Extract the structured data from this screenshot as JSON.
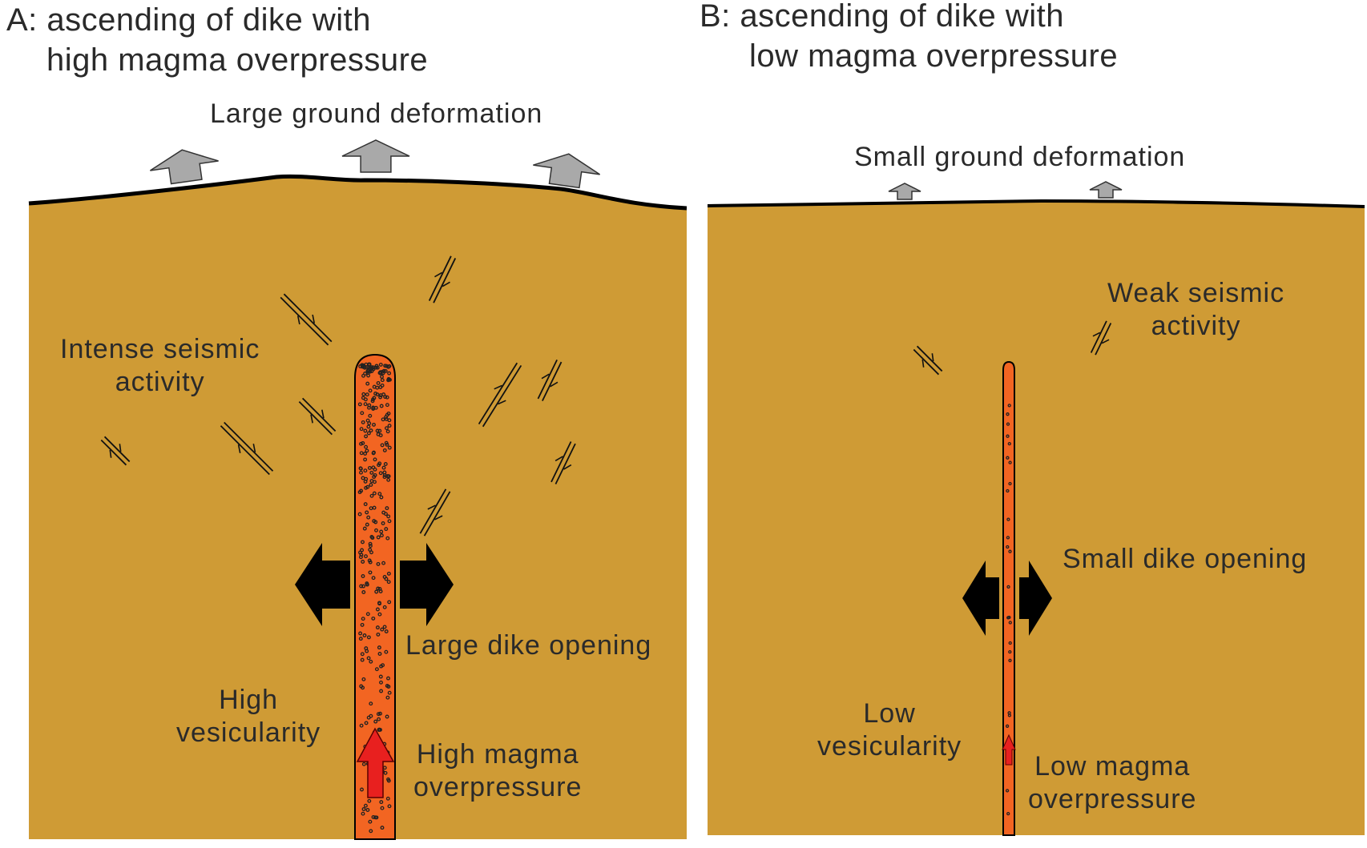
{
  "panels": [
    {
      "title_line1": "A: ascending of dike with",
      "title_line2": "high magma overpressure",
      "ground_label": "Large ground deformation",
      "seismic_line1": "Intense seismic",
      "seismic_line2": "activity",
      "opening_label": "Large dike opening",
      "vesicularity_line1": "High",
      "vesicularity_line2": "vesicularity",
      "overpressure_line1": "High magma",
      "overpressure_line2": "overpressure"
    },
    {
      "title_line1": "B: ascending of dike with",
      "title_line2": "low magma overpressure",
      "ground_label": "Small ground deformation",
      "seismic_line1": "Weak seismic",
      "seismic_line2": "activity",
      "opening_label": "Small dike opening",
      "vesicularity_line1": "Low",
      "vesicularity_line2": "vesicularity",
      "overpressure_line1": "Low magma",
      "overpressure_line2": "overpressure"
    }
  ],
  "colors": {
    "crust": "#CF9B35",
    "magma": "#F26522",
    "magma_arrow": "#E8201F",
    "uplift_arrow": "#A9A9A9",
    "opening_arrow": "#000000",
    "surface_line": "#000000",
    "text": "#2a2a2a"
  },
  "icons": [
    "uplift-arrow-icon",
    "opening-arrow-icon",
    "fault-slip-icon",
    "magma-flow-arrow-icon",
    "vesicle-dot-icon"
  ]
}
